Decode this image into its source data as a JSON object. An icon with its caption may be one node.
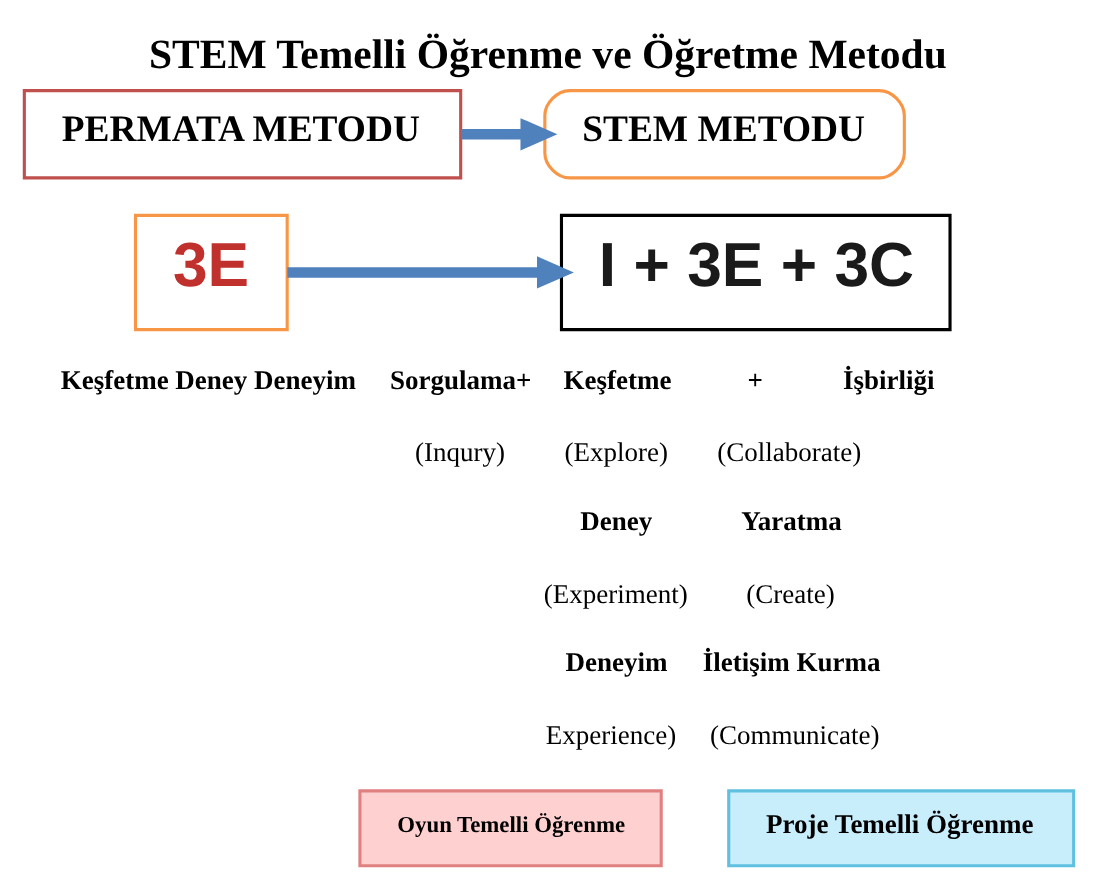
{
  "diagram": {
    "title": "STEM Temelli Öğrenme ve Öğretme Metodu",
    "nodes": [
      {
        "text": [
          "PERMATA METODU"
        ]
      },
      {
        "text": [
          "STEM METODU"
        ]
      },
      {
        "text": [
          "3E"
        ]
      },
      {
        "text": [
          "I + 3E + 3C"
        ]
      },
      {
        "text": [
          "Oyun Temelli Öğrenme"
        ]
      },
      {
        "text": [
          "Proje Temelli Öğrenme"
        ]
      }
    ],
    "edges": [
      {
        "from": 0,
        "to": 1,
        "arrow": "to"
      },
      {
        "from": 2,
        "to": 3,
        "arrow": "to"
      }
    ],
    "labels": [
      "Keşfetme Deney Deneyim",
      "Sorgulama+",
      "Keşfetme",
      "+",
      "İşbirliği",
      "(Inqury)",
      "(Explore)",
      "(Collaborate)",
      "Deney",
      "Yaratma",
      "(Experiment)",
      "(Create)",
      "Deneyim",
      "İletişim Kurma",
      "Experience)",
      "(Communicate)"
    ]
  }
}
